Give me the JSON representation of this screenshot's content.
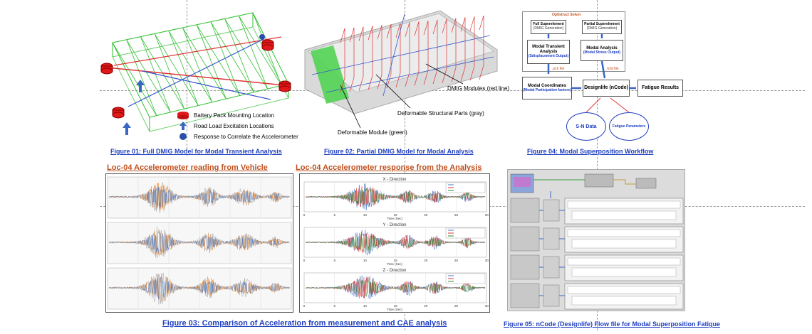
{
  "fig1": {
    "caption": "Figure 01: Full DMIG Model for Modal Transient Analysis",
    "legend": [
      {
        "icon": "battery-pack-mount-icon",
        "label": "Battery Pack Mounting Location"
      },
      {
        "icon": "excitation-arrow-icon",
        "label": "Road Load Excitation Locations"
      },
      {
        "icon": "response-dot-icon",
        "label": "Response to Correlate the Accelerometer"
      }
    ]
  },
  "fig2": {
    "caption": "Figure 02: Partial DMIG Model for Modal Analysis",
    "labels": {
      "dmig": "DMIG Modules (red line)",
      "structural": "Deformable Structural Parts (gray)",
      "module": "Deformable Module (green)"
    }
  },
  "fig4": {
    "caption": "Figure 04: Modal Superposition Workflow",
    "solver": "Optistruct Solver",
    "full_se": {
      "title": "Full Superelement",
      "sub": "(DMIG Generation)"
    },
    "partial_se": {
      "title": "Partial Superelement",
      "sub": "(DMIG Generation)"
    },
    "modal_transient": {
      "title": "Modal Transient Analysis",
      "sub": "(Sdisplacement Output)"
    },
    "modal_analysis": {
      "title": "Modal Analysis",
      "sub": "(Modal Stress Output)"
    },
    "pch": ".pch file",
    "h3d": ".h3d file",
    "modal_coords": {
      "title": "Modal Coordinates",
      "sub": "(Modal Participation factors)"
    },
    "designlife": "Designlife (nCode)",
    "fatigue": "Fatigue Results",
    "sn": "S-N Data",
    "fatigue_params": "Fatigue Parameters"
  },
  "fig3": {
    "left_title": "Loc-04 Accelerometer reading from Vehicle",
    "right_title": "Loc-04 Accelerometer response from the Analysis",
    "directions": [
      "X - Direction",
      "Y - Direction",
      "Z - Direction"
    ],
    "xaxis": "Time (Sec)",
    "right_ticks": [
      "0",
      "5",
      "10",
      "15",
      "20",
      "25",
      "30"
    ],
    "caption": "Figure 03: Comparison of Acceleration from measurement and CAE analysis",
    "colors": {
      "blue": "#4a78c2",
      "orange": "#f08a2c",
      "gray": "#9a9a9a",
      "red": "#e03030",
      "green": "#2e8b2e"
    }
  },
  "fig5": {
    "caption": "Figure 05: nCode (Designlife)  Flow file for Modal Superposition Fatigue"
  }
}
